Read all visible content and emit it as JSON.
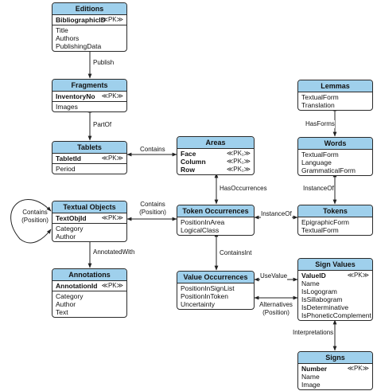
{
  "entities": {
    "editions": {
      "title": "Editions",
      "key": "BibliographicID",
      "pk": "≪PK≫",
      "attrs": [
        "Title",
        "Authors",
        "PublishingData"
      ]
    },
    "fragments": {
      "title": "Fragments",
      "key": "InventoryNo",
      "pk": "≪PK≫",
      "attrs": [
        "Images"
      ]
    },
    "tablets": {
      "title": "Tablets",
      "key": "TabletId",
      "pk": "≪PK≫",
      "attrs": [
        "Period"
      ]
    },
    "areas": {
      "title": "Areas",
      "keys": [
        {
          "name": "Face",
          "pk": "≪PK₁≫"
        },
        {
          "name": "Column",
          "pk": "≪PK₁≫"
        },
        {
          "name": "Row",
          "pk": "≪PK₁≫"
        }
      ]
    },
    "textual_objects": {
      "title": "Textual Objects",
      "key": "TextObjId",
      "pk": "≪PK≫",
      "attrs": [
        "Category",
        "Author"
      ]
    },
    "annotations": {
      "title": "Annotations",
      "key": "AnnotationId",
      "pk": "≪PK≫",
      "attrs": [
        "Category",
        "Author",
        "Text"
      ]
    },
    "token_occurrences": {
      "title": "Token Occurrences",
      "attrs": [
        "PositionInArea",
        "LogicalClass"
      ]
    },
    "value_occurrences": {
      "title": "Value Occurrences",
      "attrs": [
        "PositionInSignList",
        "PositionInToken",
        "Uncertainty"
      ]
    },
    "lemmas": {
      "title": "Lemmas",
      "attrs": [
        "TextualForm",
        "Translation"
      ]
    },
    "words": {
      "title": "Words",
      "attrs": [
        "TextualForm",
        "Language",
        "GrammaticalForm"
      ]
    },
    "tokens": {
      "title": "Tokens",
      "attrs": [
        "EpigraphicForm",
        "TextualForm"
      ]
    },
    "sign_values": {
      "title": "Sign Values",
      "key": "ValueID",
      "pk": "≪PK≫",
      "attrs": [
        "Name",
        "IsLogogram",
        "IsSillabogram",
        "IsDeterminative",
        "IsPhoneticComplement"
      ]
    },
    "signs": {
      "title": "Signs",
      "key": "Number",
      "pk": "≪PK≫",
      "attrs": [
        "Name",
        "Image"
      ]
    }
  },
  "relations": {
    "publish": "Publish",
    "partof": "PartOf",
    "contains": "Contains",
    "contains_position_1": "Contains",
    "contains_position_2": "(Position)",
    "self_contains_1": "Contains",
    "self_contains_2": "(Position)",
    "hasoccurrences": "HasOccurrences",
    "annotatedwith": "AnnotatedWith",
    "containsint": "ContainsInt",
    "hasforms": "HasForms",
    "instanceof_words": "InstanceOf",
    "instanceof_tokens": "InstanceOf",
    "usevalue": "UseValue",
    "alternatives_1": "Alternatives",
    "alternatives_2": "(Position)",
    "interpretations": "Interpretations"
  },
  "colors": {
    "header": "#9fd0ec",
    "line": "#222222"
  }
}
